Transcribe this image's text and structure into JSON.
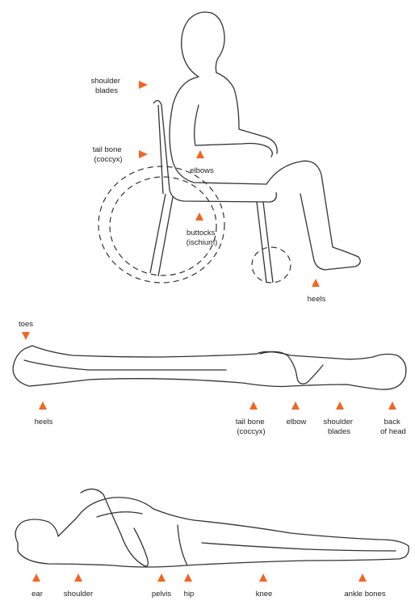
{
  "colors": {
    "marker": "#f26522",
    "line": "#333333",
    "text": "#222222",
    "background": "#ffffff"
  },
  "sitting": {
    "shoulder_blades": [
      "shoulder",
      "blades"
    ],
    "tail_bone": [
      "tail bone",
      "(coccyx)"
    ],
    "elbows": "elbows",
    "buttocks": [
      "buttocks",
      "(ischium)"
    ],
    "heels": "heels"
  },
  "supine": {
    "toes": "toes",
    "heels": "heels",
    "tail_bone": [
      "tail bone",
      "(coccyx)"
    ],
    "elbow": "elbow",
    "shoulder_blades": [
      "shoulder",
      "blades"
    ],
    "back_of_head": [
      "back",
      "of head"
    ]
  },
  "side_lying": {
    "ear": "ear",
    "shoulder": "shoulder",
    "pelvis": "pelvis",
    "hip": "hip",
    "knee": "knee",
    "ankle_bones": "ankle bones"
  }
}
